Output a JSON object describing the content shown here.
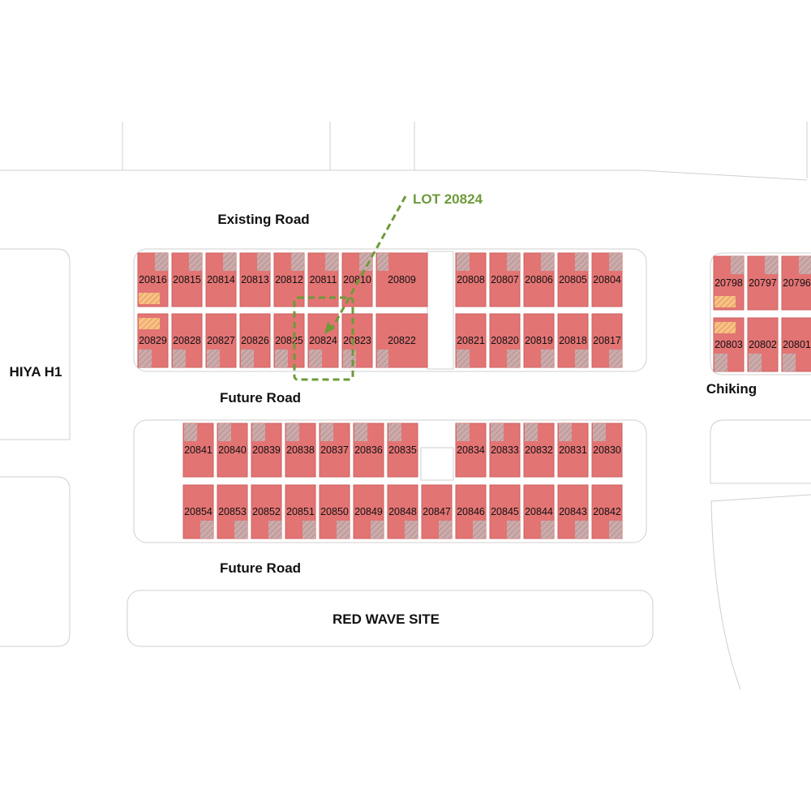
{
  "colors": {
    "lot_fill": "#e37474",
    "lot_stroke": "#cc5f5f",
    "hatch": "#a8a8a8",
    "yellow_hatch": "#f0b060",
    "callout": "#6e9a3a",
    "outline": "#c8c8c8"
  },
  "labels": {
    "existing_road": "Existing Road",
    "future_road_1": "Future Road",
    "future_road_2": "Future Road",
    "hiya": "HIYA H1",
    "chiking": "Chiking",
    "red_wave": "RED WAVE SITE"
  },
  "callout": {
    "label": "LOT 20824",
    "target_lot": "20824"
  },
  "icons": {
    "callout_arrow": "arrowhead-icon",
    "hatch": "hatched-area-icon"
  },
  "blocks": {
    "block_a_top": [
      "20816",
      "20815",
      "20814",
      "20813",
      "20812",
      "20811",
      "20810",
      "20809",
      "20808",
      "20807",
      "20806",
      "20805",
      "20804"
    ],
    "block_a_bottom": [
      "20829",
      "20828",
      "20827",
      "20826",
      "20825",
      "20824",
      "20823",
      "20822",
      "20821",
      "20820",
      "20819",
      "20818",
      "20817"
    ],
    "block_b_top": [
      "20841",
      "20840",
      "20839",
      "20838",
      "20837",
      "20836",
      "20835",
      "20834",
      "20833",
      "20832",
      "20831",
      "20830"
    ],
    "block_b_bottom": [
      "20854",
      "20853",
      "20852",
      "20851",
      "20850",
      "20849",
      "20848",
      "20847",
      "20846",
      "20845",
      "20844",
      "20843",
      "20842"
    ],
    "block_c_top": [
      "20798",
      "20797",
      "20796"
    ],
    "block_c_bottom": [
      "20803",
      "20802",
      "20801"
    ]
  }
}
